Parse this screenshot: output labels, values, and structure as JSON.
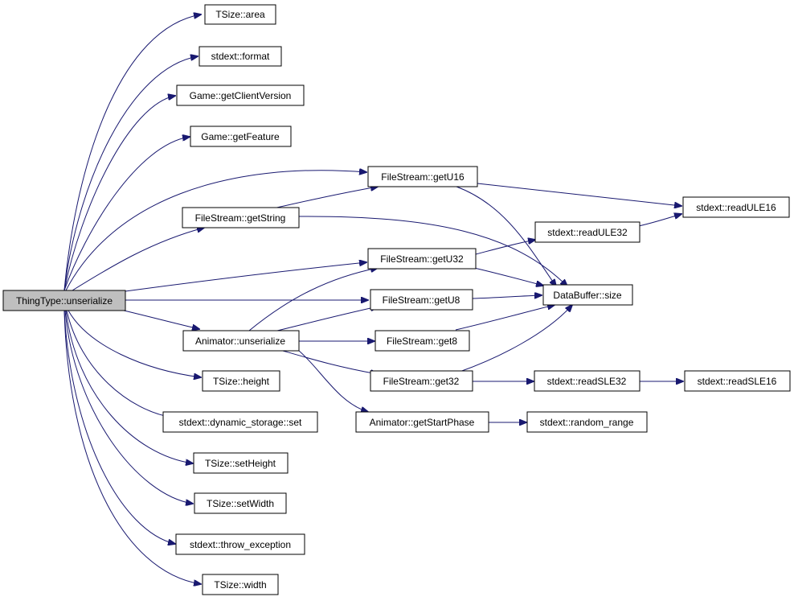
{
  "root": {
    "label": "ThingType::unserialize"
  },
  "callees": [
    {
      "label": "TSize::area"
    },
    {
      "label": "stdext::format"
    },
    {
      "label": "Game::getClientVersion"
    },
    {
      "label": "Game::getFeature"
    },
    {
      "label": "FileStream::getString"
    },
    {
      "label": "Animator::unserialize"
    },
    {
      "label": "TSize::height"
    },
    {
      "label": "stdext::dynamic_storage::set"
    },
    {
      "label": "TSize::setHeight"
    },
    {
      "label": "TSize::setWidth"
    },
    {
      "label": "stdext::throw_exception"
    },
    {
      "label": "TSize::width"
    }
  ],
  "secondary": [
    {
      "label": "FileStream::getU16"
    },
    {
      "label": "FileStream::getU32"
    },
    {
      "label": "FileStream::getU8"
    },
    {
      "label": "FileStream::get8"
    },
    {
      "label": "FileStream::get32"
    },
    {
      "label": "Animator::getStartPhase"
    }
  ],
  "tertiary": [
    {
      "label": "stdext::readULE32"
    },
    {
      "label": "DataBuffer::size"
    },
    {
      "label": "stdext::readSLE32"
    },
    {
      "label": "stdext::random_range"
    }
  ],
  "leaves": [
    {
      "label": "stdext::readULE16"
    },
    {
      "label": "stdext::readSLE16"
    }
  ],
  "colors": {
    "edge": "#191970",
    "root_fill": "#bfbfbf",
    "node_fill": "#ffffff",
    "border": "#000000"
  }
}
